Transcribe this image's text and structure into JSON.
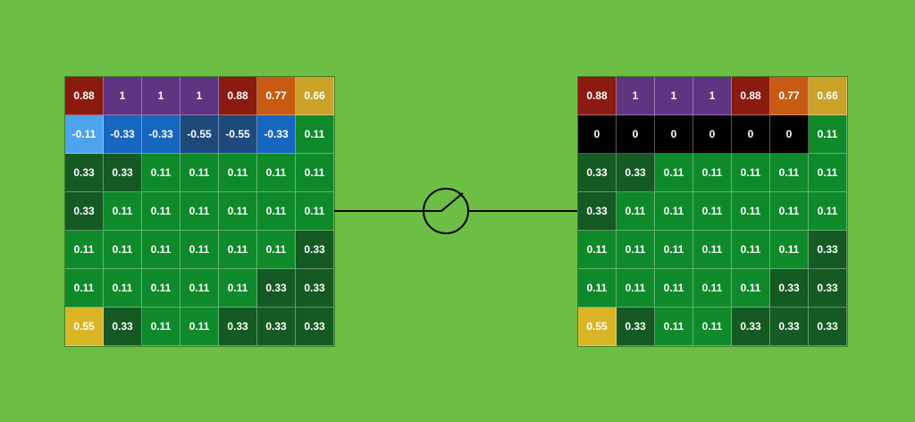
{
  "colors": {
    "background": "#6dbe45",
    "dark_red": "#8b1a10",
    "purple": "#5e3483",
    "orange": "#c75b12",
    "gold": "#c9a227",
    "yellow": "#d9b526",
    "light_blue": "#4da3ee",
    "blue": "#1766bf",
    "navy": "#1d4a7a",
    "black": "#000000",
    "green": "#0e8a2a",
    "dark_green": "#145a22"
  },
  "left_grid": {
    "values": [
      [
        "0.88",
        "1",
        "1",
        "1",
        "0.88",
        "0.77",
        "0.66"
      ],
      [
        "-0.11",
        "-0.33",
        "-0.33",
        "-0.55",
        "-0.55",
        "-0.33",
        "0.11"
      ],
      [
        "0.33",
        "0.33",
        "0.11",
        "0.11",
        "0.11",
        "0.11",
        "0.11"
      ],
      [
        "0.33",
        "0.11",
        "0.11",
        "0.11",
        "0.11",
        "0.11",
        "0.11"
      ],
      [
        "0.11",
        "0.11",
        "0.11",
        "0.11",
        "0.11",
        "0.11",
        "0.33"
      ],
      [
        "0.11",
        "0.11",
        "0.11",
        "0.11",
        "0.11",
        "0.33",
        "0.33"
      ],
      [
        "0.55",
        "0.33",
        "0.11",
        "0.11",
        "0.33",
        "0.33",
        "0.33"
      ]
    ],
    "colors": [
      [
        "dark_red",
        "purple",
        "purple",
        "purple",
        "dark_red",
        "orange",
        "gold"
      ],
      [
        "light_blue",
        "blue",
        "blue",
        "navy",
        "navy",
        "blue",
        "green"
      ],
      [
        "dark_green",
        "dark_green",
        "green",
        "green",
        "green",
        "green",
        "green"
      ],
      [
        "dark_green",
        "green",
        "green",
        "green",
        "green",
        "green",
        "green"
      ],
      [
        "green",
        "green",
        "green",
        "green",
        "green",
        "green",
        "dark_green"
      ],
      [
        "green",
        "green",
        "green",
        "green",
        "green",
        "dark_green",
        "dark_green"
      ],
      [
        "yellow",
        "dark_green",
        "green",
        "green",
        "dark_green",
        "dark_green",
        "dark_green"
      ]
    ]
  },
  "right_grid": {
    "values": [
      [
        "0.88",
        "1",
        "1",
        "1",
        "0.88",
        "0.77",
        "0.66"
      ],
      [
        "0",
        "0",
        "0",
        "0",
        "0",
        "0",
        "0.11"
      ],
      [
        "0.33",
        "0.33",
        "0.11",
        "0.11",
        "0.11",
        "0.11",
        "0.11"
      ],
      [
        "0.33",
        "0.11",
        "0.11",
        "0.11",
        "0.11",
        "0.11",
        "0.11"
      ],
      [
        "0.11",
        "0.11",
        "0.11",
        "0.11",
        "0.11",
        "0.11",
        "0.33"
      ],
      [
        "0.11",
        "0.11",
        "0.11",
        "0.11",
        "0.11",
        "0.33",
        "0.33"
      ],
      [
        "0.55",
        "0.33",
        "0.11",
        "0.11",
        "0.33",
        "0.33",
        "0.33"
      ]
    ],
    "colors": [
      [
        "dark_red",
        "purple",
        "purple",
        "purple",
        "dark_red",
        "orange",
        "gold"
      ],
      [
        "black",
        "black",
        "black",
        "black",
        "black",
        "black",
        "green"
      ],
      [
        "dark_green",
        "dark_green",
        "green",
        "green",
        "green",
        "green",
        "green"
      ],
      [
        "dark_green",
        "green",
        "green",
        "green",
        "green",
        "green",
        "green"
      ],
      [
        "green",
        "green",
        "green",
        "green",
        "green",
        "green",
        "dark_green"
      ],
      [
        "green",
        "green",
        "green",
        "green",
        "green",
        "dark_green",
        "dark_green"
      ],
      [
        "yellow",
        "dark_green",
        "green",
        "green",
        "dark_green",
        "dark_green",
        "dark_green"
      ]
    ]
  },
  "operator_icon": "relu-gauge-icon"
}
